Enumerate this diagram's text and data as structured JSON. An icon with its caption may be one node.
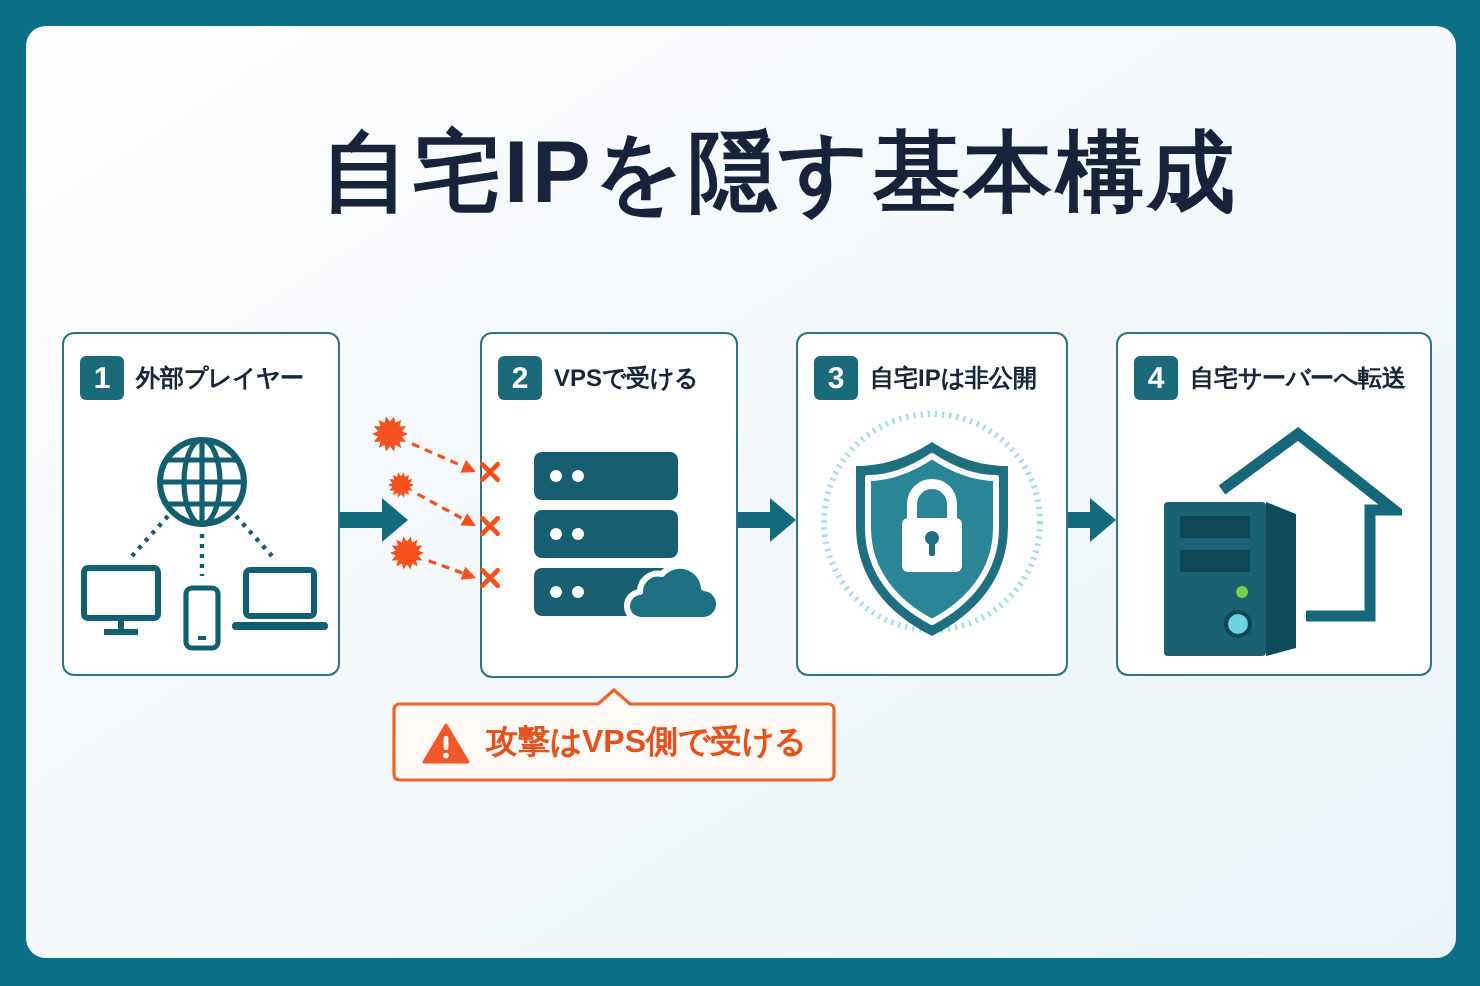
{
  "diagram": {
    "title": "自宅IPを隠す基本構成",
    "nodes": [
      {
        "text": [
          "外部プレイヤー"
        ]
      },
      {
        "text": [
          "1"
        ],
        "in": 0
      },
      {
        "text": [],
        "shape": "burst"
      },
      {
        "text": [],
        "shape": "burst"
      },
      {
        "text": [],
        "shape": "burst"
      },
      {
        "text": [
          "VPSで受ける"
        ]
      },
      {
        "text": [
          "2"
        ],
        "in": 5
      },
      {
        "text": [
          "自宅IPは非公開"
        ]
      },
      {
        "text": [
          "3"
        ],
        "in": 7
      },
      {
        "text": [
          "自宅サーバーへ転送"
        ]
      },
      {
        "text": [
          "4"
        ],
        "in": 9
      },
      {
        "text": [
          "攻撃はVPS側で受ける"
        ]
      }
    ],
    "edges": [
      {
        "from": 0,
        "to": 5,
        "arrow": "to",
        "style": "thick"
      },
      {
        "from": 2,
        "to": 5,
        "arrow": "to",
        "style": "dashed",
        "color": "#f4511e"
      },
      {
        "from": 3,
        "to": 5,
        "arrow": "to",
        "style": "dashed",
        "color": "#f4511e"
      },
      {
        "from": 4,
        "to": 5,
        "arrow": "to",
        "style": "dashed",
        "color": "#f4511e"
      },
      {
        "from": 5,
        "to": 7,
        "arrow": "to",
        "style": "thick"
      },
      {
        "from": 7,
        "to": 9,
        "arrow": "to",
        "style": "thick"
      }
    ]
  }
}
